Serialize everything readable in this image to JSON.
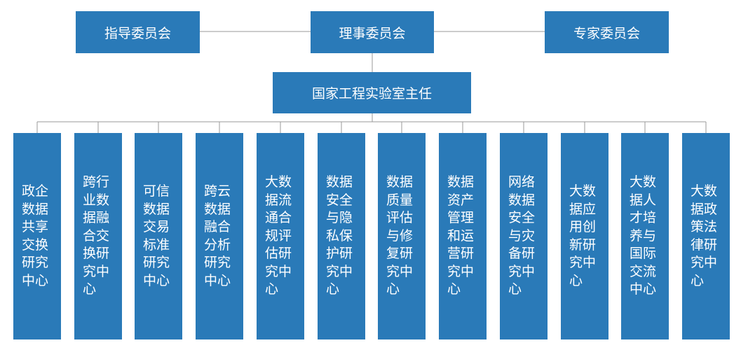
{
  "top_committees": [
    {
      "label": "指导委员会"
    },
    {
      "label": "理事委员会"
    },
    {
      "label": "专家委员会"
    }
  ],
  "director": {
    "label": "国家工程实验室主任"
  },
  "centers": [
    {
      "label": "政企数据共享交换研究中心"
    },
    {
      "label": "跨行业数据融合交换研究中心"
    },
    {
      "label": "可信数据交易标准研究中心"
    },
    {
      "label": "跨云数据融合分析研究中心"
    },
    {
      "label": "大数据流通合规评估研究中心"
    },
    {
      "label": "数据安全与隐私保护研究中心"
    },
    {
      "label": "数据质量评估与修复研究中心"
    },
    {
      "label": "数据资产管理和运营研究中心"
    },
    {
      "label": "网络数据安全与灾备研究中心"
    },
    {
      "label": "大数据应用创新研究中心"
    },
    {
      "label": "大数据人才培养与国际交流中心"
    },
    {
      "label": "大数据政策法律研究中心"
    }
  ],
  "colors": {
    "box_fill": "#2a7ab8",
    "box_text": "#ffffff",
    "connector": "#999999"
  }
}
